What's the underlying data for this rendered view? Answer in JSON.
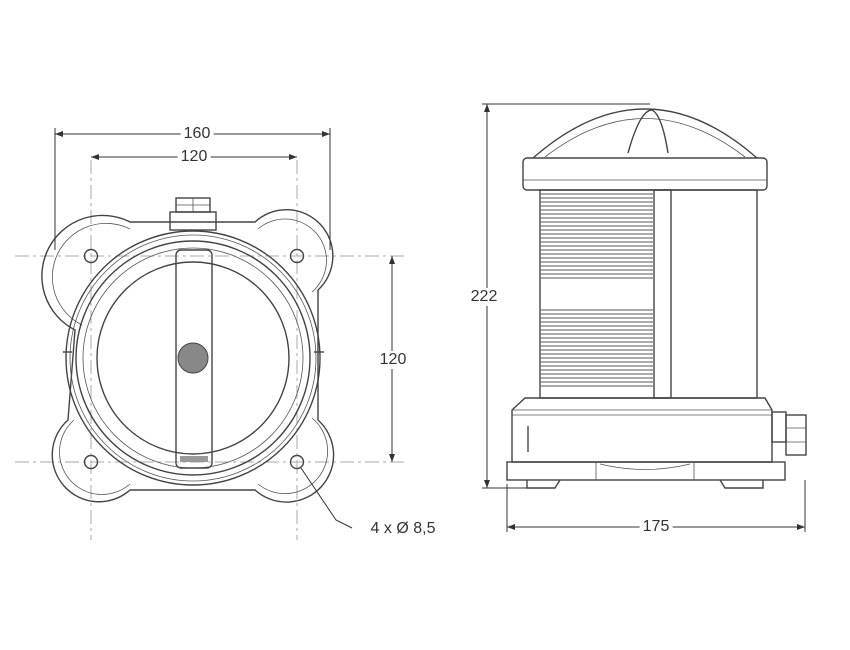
{
  "drawing": {
    "front_view": {
      "overall_width": "160",
      "hole_spacing_horizontal": "120",
      "hole_spacing_vertical": "120",
      "holes_note": "4 x Ø 8,5"
    },
    "side_view": {
      "height": "222",
      "base_width": "175"
    }
  }
}
